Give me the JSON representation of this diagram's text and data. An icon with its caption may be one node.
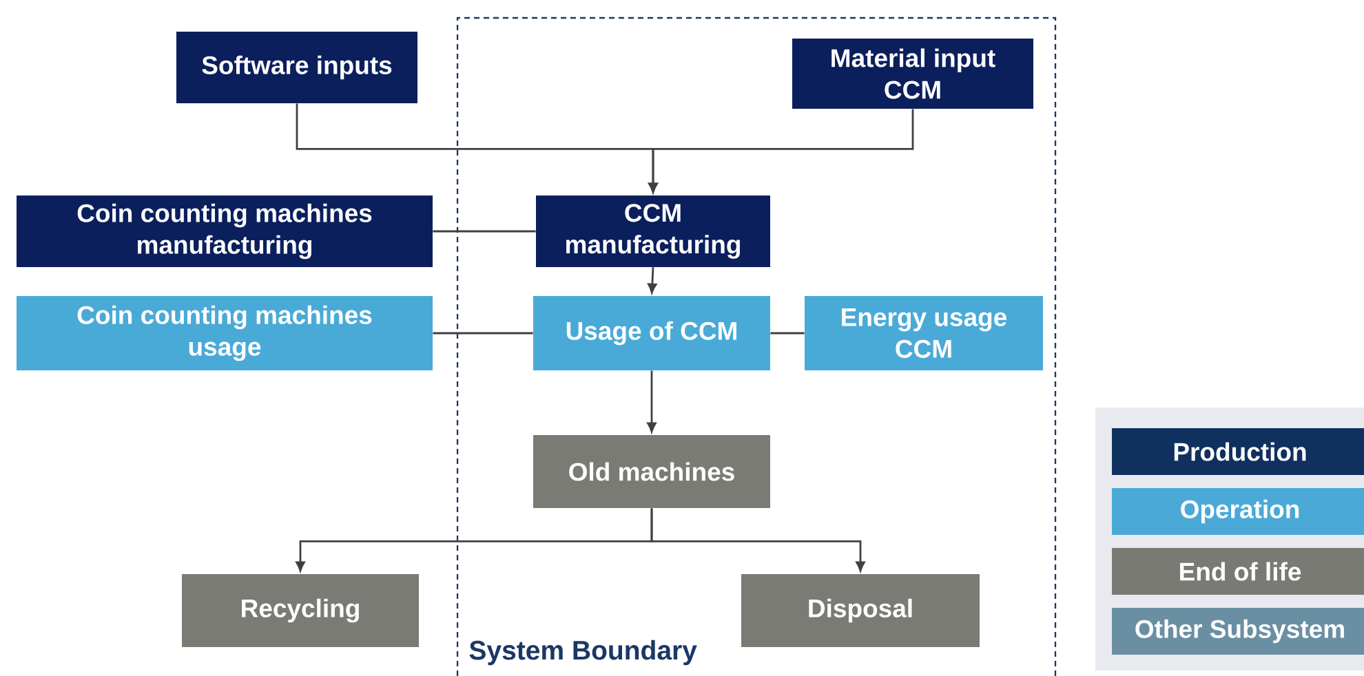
{
  "diagram": {
    "nodes": [
      {
        "text": [
          "System Boundary"
        ]
      },
      {
        "text": [
          "Software inputs"
        ]
      },
      {
        "text": [
          "Material input CCM"
        ],
        "in": 0
      },
      {
        "text": [
          "Coin counting machines manufacturing"
        ]
      },
      {
        "text": [
          "CCM manufacturing"
        ],
        "in": 0
      },
      {
        "text": [
          "Coin counting machines usage"
        ]
      },
      {
        "text": [
          "Usage of CCM"
        ],
        "in": 0
      },
      {
        "text": [
          "Energy usage CCM"
        ],
        "in": 0
      },
      {
        "text": [
          "Old machines"
        ],
        "in": 0
      },
      {
        "text": [
          "Recycling"
        ]
      },
      {
        "text": [
          "Disposal"
        ],
        "in": 0
      }
    ],
    "edges": [
      {
        "from": 1,
        "to": 4,
        "arrow": "to"
      },
      {
        "from": 2,
        "to": 4,
        "arrow": "to"
      },
      {
        "from": 3,
        "to": 4,
        "arrow": "none"
      },
      {
        "from": 4,
        "to": 6,
        "arrow": "to"
      },
      {
        "from": 5,
        "to": 6,
        "arrow": "none"
      },
      {
        "from": 6,
        "to": 7,
        "arrow": "none"
      },
      {
        "from": 6,
        "to": 8,
        "arrow": "to"
      },
      {
        "from": 8,
        "to": 9,
        "arrow": "to"
      },
      {
        "from": 8,
        "to": 10,
        "arrow": "to"
      }
    ],
    "legend": [
      {
        "text": "Production",
        "color": "#10305f"
      },
      {
        "text": "Operation",
        "color": "#4aa9d6"
      },
      {
        "text": "End of life",
        "color": "#7a7a74"
      },
      {
        "text": "Other Subsystem",
        "color": "#6a8fa3"
      }
    ]
  }
}
